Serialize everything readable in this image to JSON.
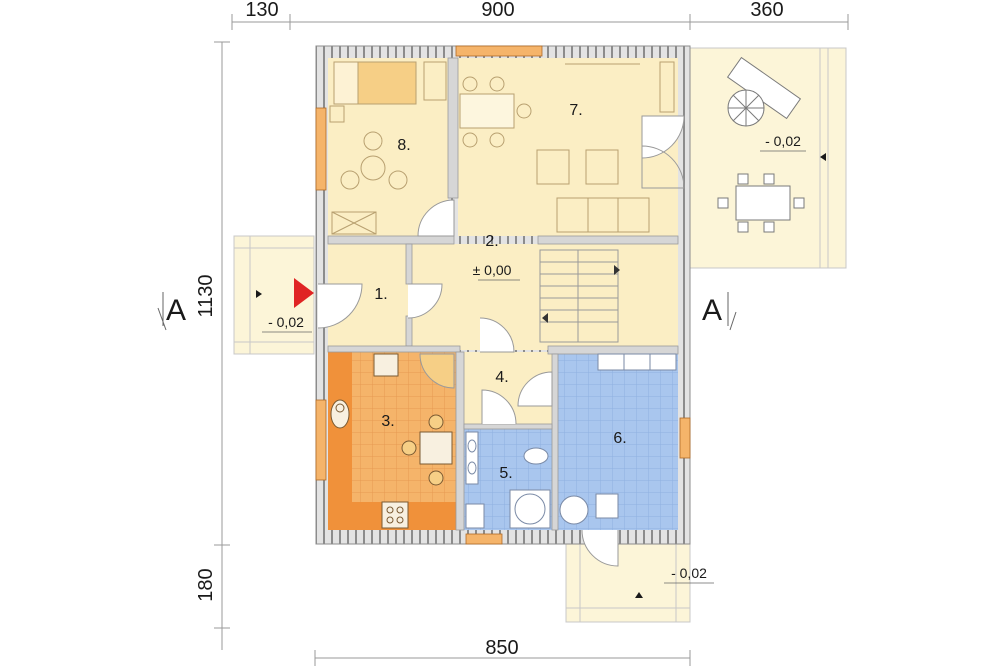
{
  "dimensions": {
    "top_left": "130",
    "top_mid": "900",
    "top_right": "360",
    "left_main": "1130",
    "left_bottom": "180",
    "bottom": "850"
  },
  "rooms": {
    "r1": "1.",
    "r2": "2.",
    "r3": "3.",
    "r4": "4.",
    "r5": "5.",
    "r6": "6.",
    "r7": "7.",
    "r8": "8."
  },
  "levels": {
    "floor": "± 0,00",
    "entrance": "- 0,02",
    "terrace": "- 0,02",
    "back_porch": "- 0,02"
  },
  "section_marks": {
    "left": "A",
    "right": "A"
  },
  "colors": {
    "floor_beige": "#fbeec4",
    "kitchen_orange": "#f5b46a",
    "bath_blue": "#a9c6ee",
    "wall": "#d9d9d9",
    "door_arrow": "#e02424",
    "terrace": "#fcf5d8"
  }
}
